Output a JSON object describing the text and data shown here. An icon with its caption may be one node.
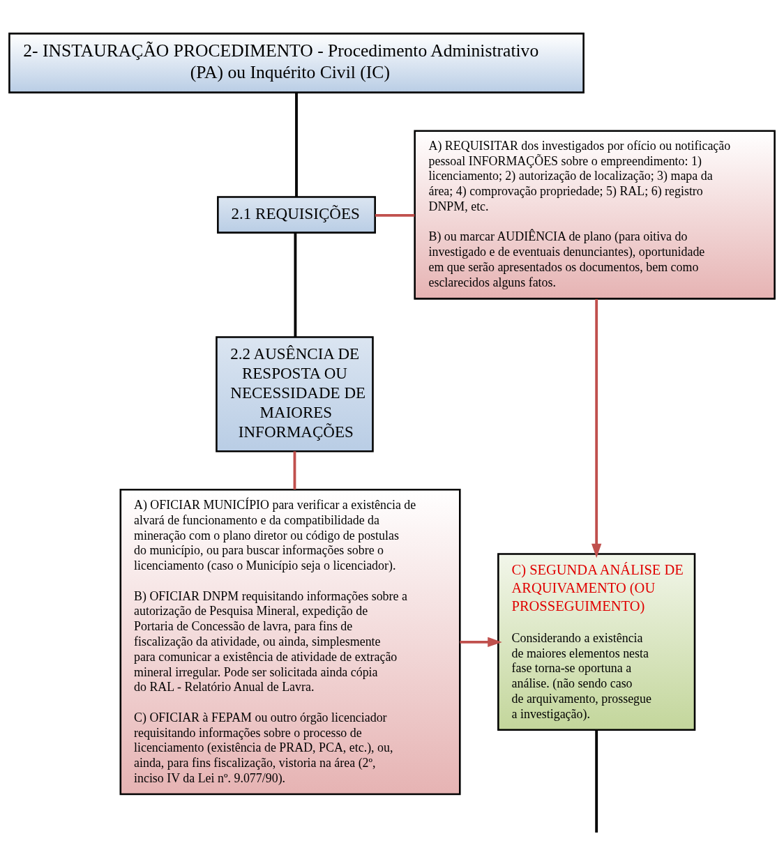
{
  "diagram": {
    "nodes": [
      {
        "text": [
          "2- INSTAURAÇÃO PROCEDIMENTO - Procedimento Administrativo (PA) ou Inquérito Civil (IC)"
        ]
      },
      {
        "text": [
          "2.1 REQUISIÇÕES"
        ]
      },
      {
        "text": [
          "2.2 AUSÊNCIA DE RESPOSTA OU NECESSIDADE DE MAIORES INFORMAÇÕES"
        ]
      },
      {
        "text": [
          "A) REQUISITAR dos investigados por ofício ou notificação pessoal INFORMAÇÕES sobre o empreendimento: 1) licenciamento; 2) autorização de localização; 3) mapa da área; 4) comprovação propriedade; 5) RAL; 6) registro DNPM, etc.",
          "B) ou marcar AUDIÊNCIA de plano (para oitiva do investigado e de eventuais denunciantes), oportunidade em que serão apresentados os documentos, bem como esclarecidos alguns fatos."
        ]
      },
      {
        "text": [
          "A) OFICIAR MUNICÍPIO para verificar a existência de alvará de funcionamento e da compatibilidade da mineração com o plano diretor ou código de postulas do município, ou para buscar informações sobre o licenciamento (caso o Município seja o licenciador).",
          "B) OFICIAR DNPM requisitando informações sobre a autorização de Pesquisa Mineral, expedição de Portaria de Concessão de lavra, para fins de fiscalização da atividade, ou ainda, simplesmente para comunicar a existência de atividade de extração mineral irregular. Pode ser solicitada ainda cópia do RAL - Relatório Anual de Lavra.",
          "C) OFICIAR à FEPAM ou outro órgão licenciador requisitando informações sobre o processo de licenciamento (existência de PRAD, PCA, etc.), ou, ainda, para fins fiscalização, vistoria na área (2º, inciso IV da Lei nº. 9.077/90)."
        ]
      },
      {
        "text": [
          "C) SEGUNDA ANÁLISE DE ARQUIVAMENTO (OU PROSSEGUIMENTO)",
          "Considerando a existência de maiores elementos nesta fase torna-se oportuna a análise. (não sendo caso de arquivamento, prossegue a investigação)."
        ]
      }
    ],
    "edges": [
      {
        "from": 0,
        "to": 1,
        "arrow": "none",
        "color": "#000000"
      },
      {
        "from": 1,
        "to": 2,
        "arrow": "none",
        "color": "#000000"
      },
      {
        "from": 1,
        "to": 3,
        "arrow": "none"
      },
      {
        "from": 2,
        "to": 4,
        "arrow": "none"
      },
      {
        "from": 3,
        "to": 5,
        "arrow": "to"
      },
      {
        "from": 4,
        "to": 5,
        "arrow": "to"
      },
      {
        "from": 5,
        "to": null,
        "arrow": "none",
        "color": "#000000"
      }
    ]
  }
}
